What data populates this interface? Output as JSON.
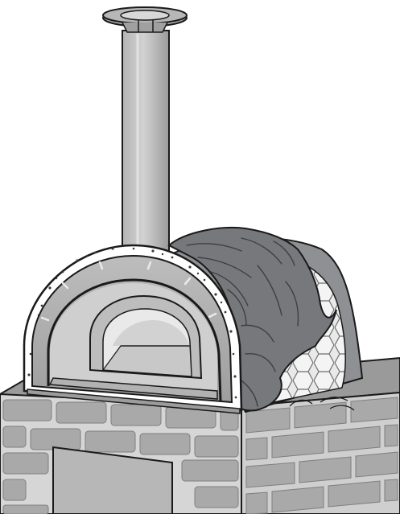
{
  "illustration": {
    "subject": "wood-fired-pizza-oven",
    "parts": [
      "chimney-cap",
      "chimney-flue",
      "oven-dome",
      "oven-arch-opening",
      "insulation-blanket",
      "chicken-wire-mesh",
      "brick-stand",
      "stand-access-panel"
    ]
  },
  "colors": {
    "outline": "#1a1a1a",
    "metal_light": "#c4c4c4",
    "metal_mid": "#a3a3a3",
    "metal_dark": "#8a8a8a",
    "insulation": "#77787c",
    "insulation_dark": "#5d5e62",
    "refractory": "#ffffff",
    "brick": "#a9a9a9",
    "brick_dark": "#8b8b8b",
    "mortar": "#d6d6d6",
    "panel": "#b7b7b7"
  }
}
